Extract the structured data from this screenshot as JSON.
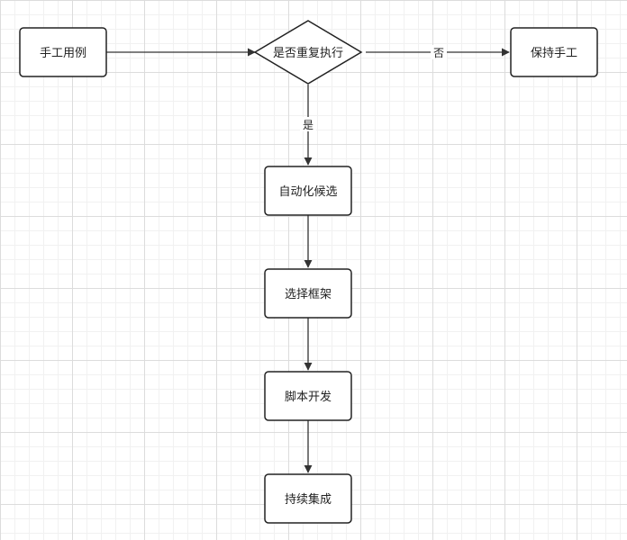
{
  "nodes": {
    "manual_case": "手工用例",
    "decision": "是否重复执行",
    "keep_manual": "保持手工",
    "auto_candidate": "自动化候选",
    "select_framework": "选择框架",
    "script_dev": "脚本开发",
    "continuous_integration": "持续集成"
  },
  "edges": {
    "no_label": "否",
    "yes_label": "是"
  },
  "colors": {
    "stroke": "#222222",
    "grid_major": "#dcdcdc",
    "grid_minor": "#f1f1f1",
    "background": "#ffffff"
  }
}
